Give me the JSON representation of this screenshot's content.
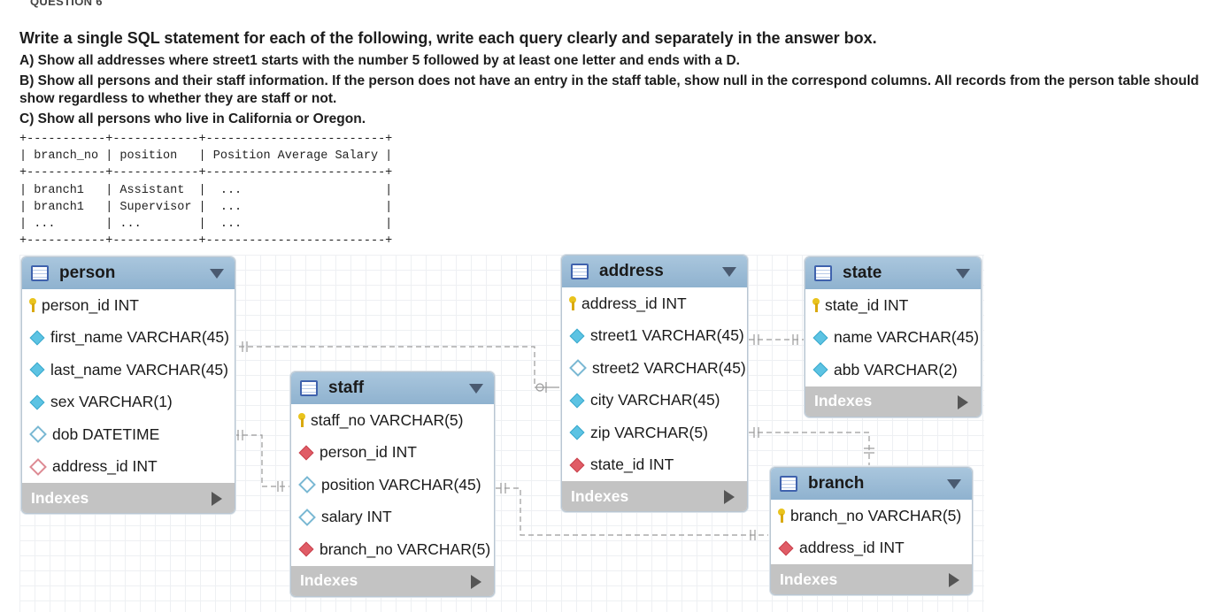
{
  "question": {
    "label": "QUESTION 6",
    "title": "Write a single SQL statement for each of the following, write each query clearly and separately in the answer box.",
    "a": "A) Show all addresses where street1 starts with the number 5 followed by at least one letter and ends with a D.",
    "b": "B) Show all persons and their staff information. If the person does not have an entry in the staff table, show null in the correspond columns. All records from the person table should show regardless to whether they are staff or not.",
    "c": "C) Show all persons who live in California or Oregon."
  },
  "sample_output": "+-----------+------------+-------------------------+\n| branch_no | position   | Position Average Salary |\n+-----------+------------+-------------------------+\n| branch1   | Assistant  |  ...                    |\n| branch1   | Supervisor |  ...                    |\n| ...       | ...        |  ...                    |\n+-----------+------------+-------------------------+",
  "tables": {
    "person": {
      "name": "person",
      "columns": [
        {
          "text": "person_id INT",
          "icon": "key"
        },
        {
          "text": "first_name VARCHAR(45)",
          "icon": "filled"
        },
        {
          "text": "last_name VARCHAR(45)",
          "icon": "filled"
        },
        {
          "text": "sex VARCHAR(1)",
          "icon": "filled"
        },
        {
          "text": "dob DATETIME",
          "icon": "hollow"
        },
        {
          "text": "address_id INT",
          "icon": "fk-hollow"
        }
      ],
      "indexes": "Indexes"
    },
    "staff": {
      "name": "staff",
      "columns": [
        {
          "text": "staff_no VARCHAR(5)",
          "icon": "key"
        },
        {
          "text": "person_id INT",
          "icon": "fk"
        },
        {
          "text": "position VARCHAR(45)",
          "icon": "hollow"
        },
        {
          "text": "salary INT",
          "icon": "hollow"
        },
        {
          "text": "branch_no VARCHAR(5)",
          "icon": "fk"
        }
      ],
      "indexes": "Indexes"
    },
    "address": {
      "name": "address",
      "columns": [
        {
          "text": "address_id INT",
          "icon": "key"
        },
        {
          "text": "street1 VARCHAR(45)",
          "icon": "filled"
        },
        {
          "text": "street2 VARCHAR(45)",
          "icon": "hollow"
        },
        {
          "text": "city VARCHAR(45)",
          "icon": "filled"
        },
        {
          "text": "zip VARCHAR(5)",
          "icon": "filled"
        },
        {
          "text": "state_id INT",
          "icon": "fk"
        }
      ],
      "indexes": "Indexes"
    },
    "state": {
      "name": "state",
      "columns": [
        {
          "text": "state_id INT",
          "icon": "key"
        },
        {
          "text": "name VARCHAR(45)",
          "icon": "filled"
        },
        {
          "text": "abb VARCHAR(2)",
          "icon": "filled"
        }
      ],
      "indexes": "Indexes"
    },
    "branch": {
      "name": "branch",
      "columns": [
        {
          "text": "branch_no VARCHAR(5)",
          "icon": "key"
        },
        {
          "text": "address_id INT",
          "icon": "fk"
        }
      ],
      "indexes": "Indexes"
    }
  },
  "colors": {
    "header": "#9dbdd8",
    "indexes_bar": "#c3c3c3",
    "relationship_line": "#9a9a9a"
  }
}
